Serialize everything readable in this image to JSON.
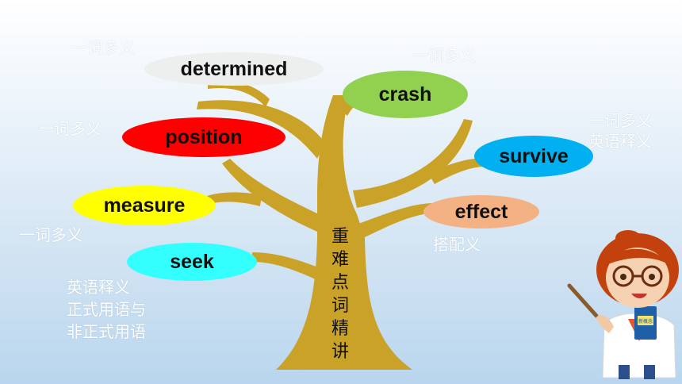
{
  "title_chars": [
    "重",
    "难",
    "点",
    "词",
    "精",
    "讲"
  ],
  "words": {
    "determined": "determined",
    "crash": "crash",
    "position": "position",
    "survive": "survive",
    "measure": "measure",
    "effect": "effect",
    "seek": "seek"
  },
  "notes": {
    "determined": "一词多义",
    "crash": "一词多义",
    "position": "一词多义",
    "survive_1": "一词多义",
    "survive_2": "英语释义",
    "measure": "一词多义",
    "effect": "搭配义",
    "seek_1": "英语释义",
    "seek_2": "正式用语与",
    "seek_3": "非正式用语"
  },
  "colors": {
    "tree": "#C9A227",
    "determined": "#EDEEEE",
    "crash": "#92D050",
    "position": "#FF0000",
    "survive": "#00B0F0",
    "measure": "#FFFF00",
    "effect": "#F4B183",
    "seek": "#33FFFF"
  },
  "book_text": "新概念"
}
